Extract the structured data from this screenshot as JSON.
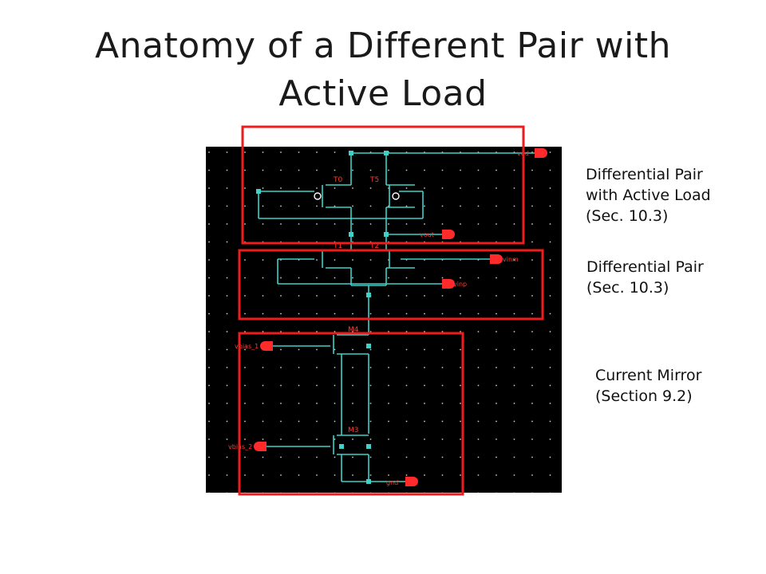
{
  "slide": {
    "title_lines": [
      "Anatomy of a Different Pair with",
      "Active Load"
    ]
  },
  "annotations": [
    {
      "lines": [
        "Differential Pair",
        "with Active Load",
        "(Sec. 10.3)"
      ]
    },
    {
      "lines": [
        "Differential Pair",
        "(Sec. 10.3)"
      ]
    },
    {
      "lines": [
        "Current Mirror",
        "(Section 9.2)"
      ]
    }
  ],
  "schematic": {
    "instances": {
      "t0": "T0",
      "t5": "T5",
      "t1": "T1",
      "t2": "T2",
      "m4": "M4",
      "m3": "M3"
    },
    "pins": {
      "vdd": "vdd",
      "vout": "vout",
      "vinm": "vinm",
      "vinp": "vinp",
      "vbias_1": "vbias_1",
      "vbias_2": "vbias_2",
      "gnd": "gnd"
    }
  },
  "colors": {
    "background": "#000000",
    "wire": "#3fd0c8",
    "device": "#ffffff",
    "label": "#ff3b30",
    "grid_dot": "#ffffff",
    "highlight": "#ee1c1c"
  }
}
